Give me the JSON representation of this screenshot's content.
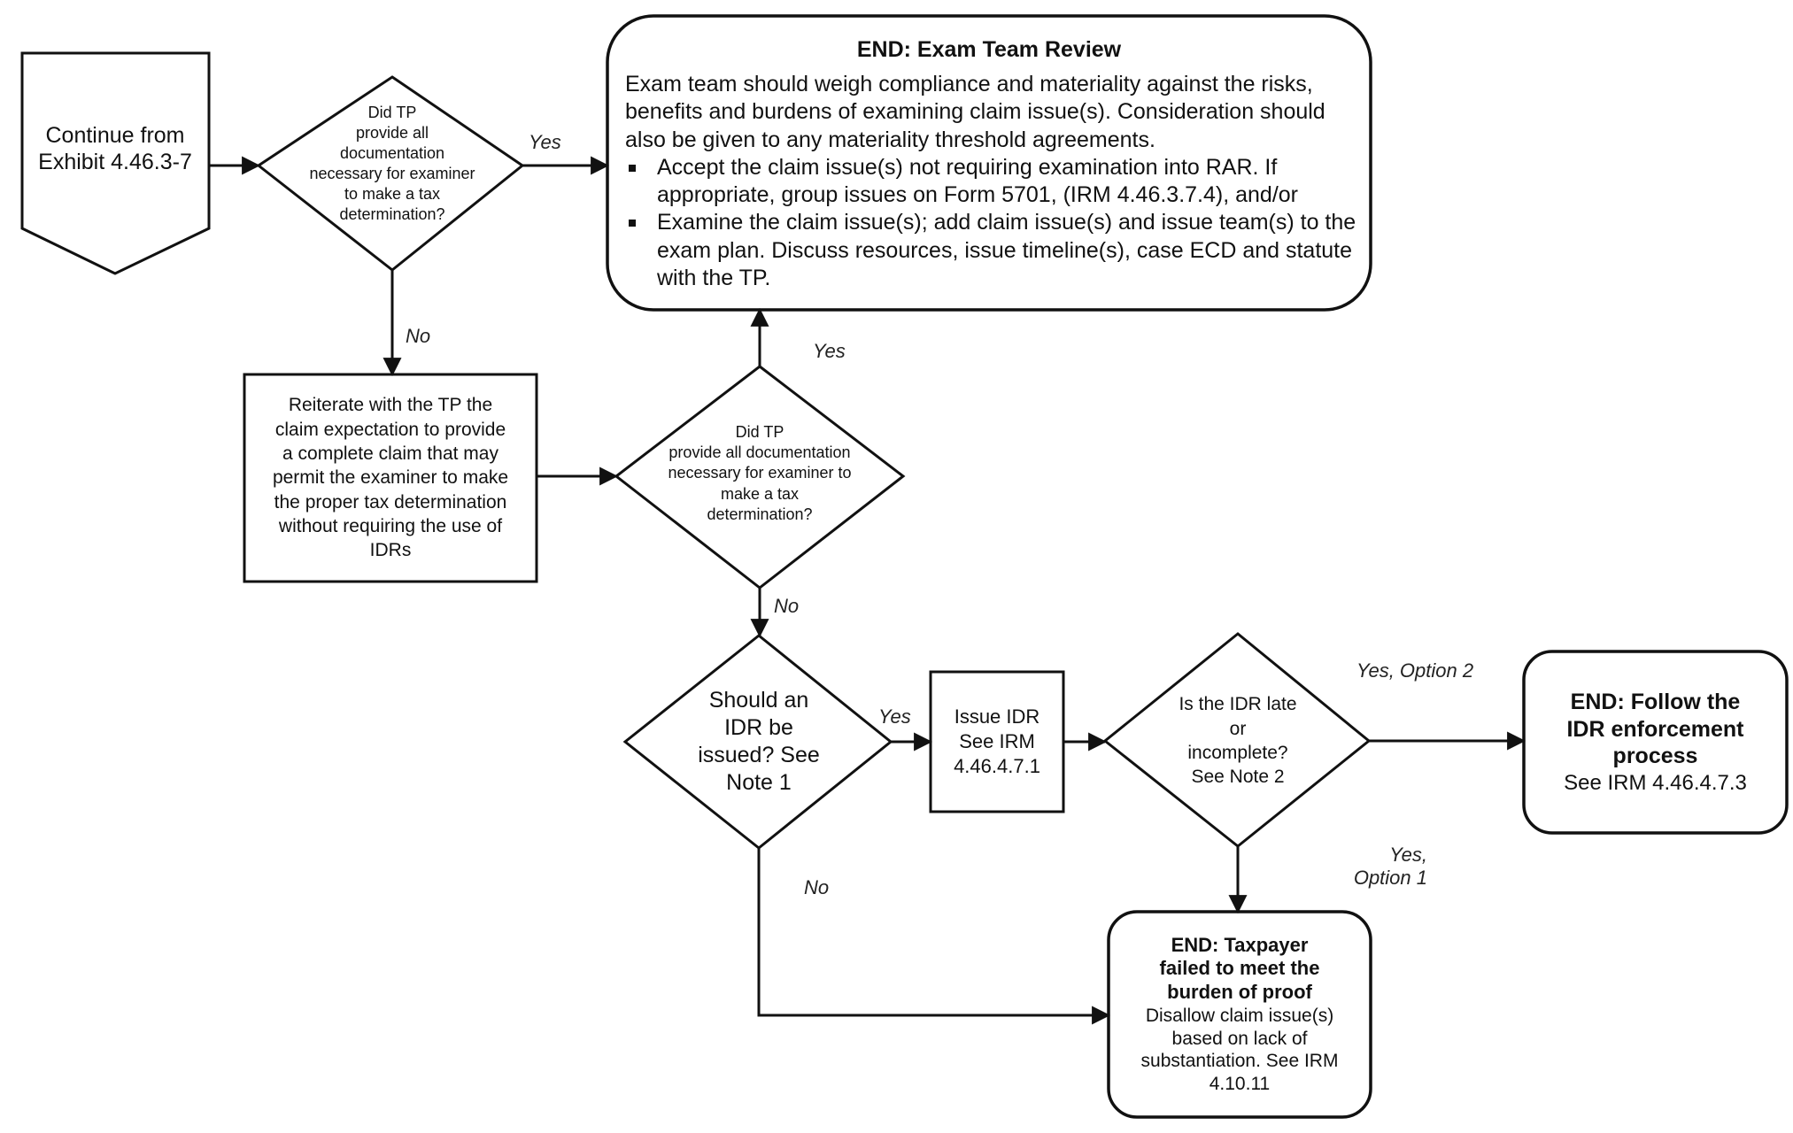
{
  "start": {
    "line1": "Continue from",
    "line2": "Exhibit 4.46.3-7"
  },
  "decision1": {
    "lines": [
      "Did TP",
      "provide all",
      "documentation",
      "necessary for examiner",
      "to make a tax",
      "determination?"
    ],
    "yes": "Yes",
    "no": "No"
  },
  "end_review": {
    "title": "END: Exam Team Review",
    "para": "Exam team should weigh compliance and materiality against the risks, benefits and burdens of examining claim issue(s). Consideration should also be given to any materiality threshold agreements.",
    "bullets": [
      "Accept the claim issue(s) not requiring examination into RAR. If appropriate, group issues on  Form 5701, (IRM 4.46.3.7.4), and/or",
      "Examine the claim issue(s); add claim issue(s) and issue team(s) to the exam plan. Discuss resources, issue timeline(s), case ECD and statute with the TP."
    ]
  },
  "reiterate": {
    "lines": [
      "Reiterate with the TP the",
      "claim expectation to provide",
      "a complete claim that may",
      "permit the examiner to make",
      "the proper tax determination",
      "without requiring the use of",
      "IDRs"
    ]
  },
  "decision2": {
    "lines": [
      "Did  TP",
      "provide all documentation",
      "necessary for examiner to",
      "make a  tax",
      "determination?"
    ],
    "yes": "Yes",
    "no": "No"
  },
  "decision3": {
    "lines": [
      "Should an",
      "IDR be",
      "issued? See",
      "Note 1"
    ],
    "yes": "Yes",
    "no": "No"
  },
  "issue_idr": {
    "lines": [
      "Issue IDR",
      "See IRM",
      "4.46.4.7.1"
    ]
  },
  "decision4": {
    "lines": [
      "Is the IDR late",
      "or",
      "incomplete?",
      "See Note 2"
    ],
    "yes_option2": "Yes, Option 2",
    "yes_option1_line1": "Yes,",
    "yes_option1_line2": "Option 1"
  },
  "end_enforce": {
    "title_lines": [
      "END: Follow the",
      "IDR enforcement",
      "process"
    ],
    "sub": "See IRM 4.46.4.7.3"
  },
  "end_taxpayer": {
    "title_lines": [
      "END: Taxpayer",
      "failed  to meet the",
      "burden of proof"
    ],
    "body_lines": [
      "Disallow claim issue(s)",
      "based on lack of",
      "substantiation. See IRM",
      "4.10.11"
    ]
  }
}
